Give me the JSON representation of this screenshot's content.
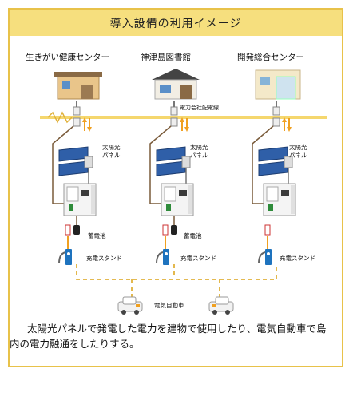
{
  "title": "導入設備の利用イメージ",
  "buildings": [
    {
      "name": "生きがい健康センター",
      "panel_label": "太陽光\nパネル",
      "battery_label": "蓄電池",
      "stand_label": "充電スタンド"
    },
    {
      "name": "神津島図書館",
      "panel_label": "太陽光\nパネル",
      "battery_label": "蓄電池",
      "stand_label": "充電スタンド"
    },
    {
      "name": "開発総合センター",
      "panel_label": "太陽光\nパネル",
      "battery_label": "",
      "stand_label": "充電スタンド"
    }
  ],
  "power_line_label": "電力会社配電線",
  "vehicle_label": "電気自動車",
  "caption": "太陽光パネルで発電した電力を建物で使用したり、電気自動車で島内の電力融通をしたりする。",
  "colors": {
    "frame": "#e8c24a",
    "title_bg": "#f6df7e",
    "power_line": "#f5d76e",
    "wire": "#7a5b3a",
    "arrow": "#f0a020",
    "panel": "#2f5fa8",
    "dashed": "#e0b13a",
    "ev_blue": "#1e73be"
  },
  "icons": [
    "house-icon",
    "solar-panel-icon",
    "power-conditioner-icon",
    "battery-icon",
    "charging-stand-icon",
    "ev-car-icon",
    "arrow-updown-icon"
  ]
}
